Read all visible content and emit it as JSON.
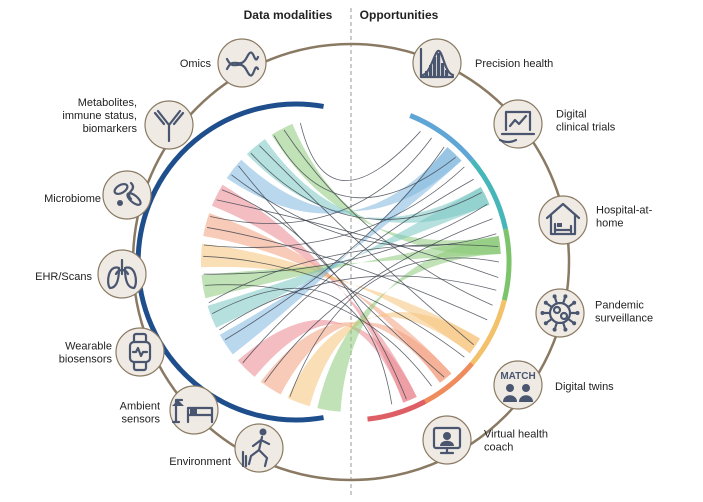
{
  "headers": {
    "left": "Data modalities",
    "right": "Opportunities"
  },
  "modalities": [
    {
      "label": "Omics",
      "icon": "dna-icon"
    },
    {
      "label": "Metabolites,\nimmune status,\nbiomarkers",
      "icon": "antibody-icon"
    },
    {
      "label": "Microbiome",
      "icon": "microbes-icon"
    },
    {
      "label": "EHR/Scans",
      "icon": "lungs-icon"
    },
    {
      "label": "Wearable\nbiosensors",
      "icon": "smartwatch-icon"
    },
    {
      "label": "Ambient\nsensors",
      "icon": "bed-lamp-icon"
    },
    {
      "label": "Environment",
      "icon": "runner-icon"
    }
  ],
  "opportunities": [
    {
      "label": "Precision health",
      "icon": "histogram-icon"
    },
    {
      "label": "Digital\nclinical trials",
      "icon": "laptop-chart-icon"
    },
    {
      "label": "Hospital-at-\nhome",
      "icon": "house-bed-icon"
    },
    {
      "label": "Pandemic\nsurveillance",
      "icon": "virus-icon"
    },
    {
      "label": "Digital twins",
      "icon": "twins-icon",
      "icon_text": "MATCH"
    },
    {
      "label": "Virtual health\ncoach",
      "icon": "video-coach-icon"
    }
  ],
  "colors": {
    "ring": "#8a7a63",
    "left_arc": "#1f4e8c",
    "divider": "#9a9a9a",
    "icon_ink": "#4a5670",
    "ribbons": [
      "#7fb7de",
      "#79c6c2",
      "#8dca7a",
      "#f6c27a",
      "#f29f7e",
      "#e9868f"
    ],
    "right_arcs": [
      "#5fa5d6",
      "#46b6b8",
      "#7cc46c",
      "#f3c169",
      "#ef8c5e",
      "#dd5e64"
    ]
  }
}
